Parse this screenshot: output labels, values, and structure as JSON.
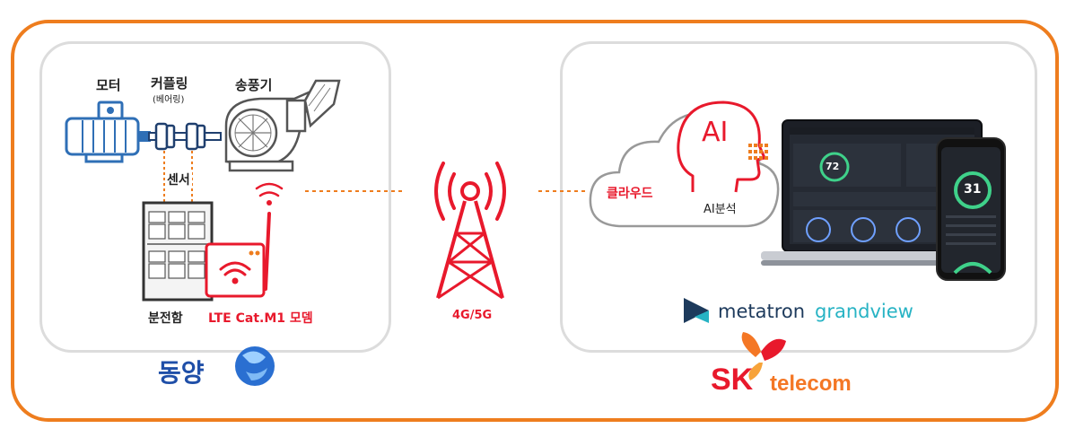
{
  "equipment": {
    "motor_label": "모터",
    "coupling_label": "커플링",
    "coupling_sub_label": "(베어링)",
    "blower_label": "송풍기",
    "sensor_label": "센서",
    "panel_label": "분전함",
    "modem_label": "LTE Cat.M1 모뎀"
  },
  "network": {
    "tower_label": "4G/5G"
  },
  "cloud": {
    "cloud_label": "클라우드",
    "ai_text": "AI",
    "ai_analysis_label": "AI분석"
  },
  "dashboard": {
    "laptop_gauge_value": "72",
    "phone_gauge_value": "31"
  },
  "brands": {
    "metatron_part1": "metatron",
    "metatron_part2": "grandview",
    "dongyang": "동양",
    "sk": "SK",
    "telecom": "telecom"
  },
  "colors": {
    "frame": "#ee7d1e",
    "accent_red": "#e8192c",
    "motor_blue": "#2f6fb6",
    "metatron_teal": "#27b3c4",
    "sk_orange": "#f47725"
  }
}
